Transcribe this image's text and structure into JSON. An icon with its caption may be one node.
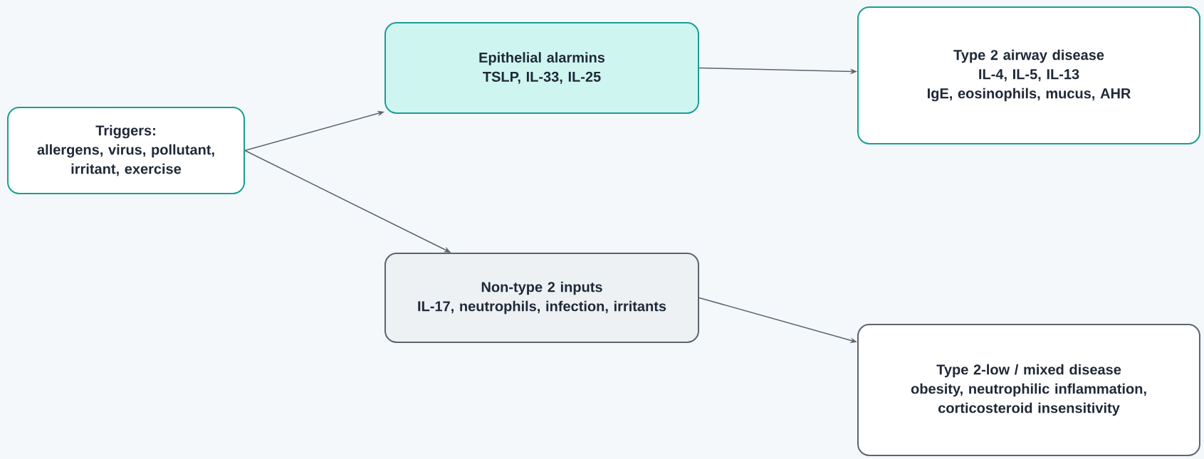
{
  "diagram": {
    "nodes": [
      {
        "text": [
          "Triggers:",
          "allergens, virus, pollutant, irritant, exercise"
        ]
      },
      {
        "text": [
          "Epithelial alarmins",
          "TSLP, IL-33, IL-25"
        ]
      },
      {
        "text": [
          "Type 2 airway disease",
          "IL-4, IL-5, IL-13",
          "IgE, eosinophils, mucus, AHR"
        ]
      },
      {
        "text": [
          "Non-type 2 inputs",
          "IL-17, neutrophils, infection, irritants"
        ]
      },
      {
        "text": [
          "Type 2-low / mixed disease",
          "obesity, neutrophilic inflammation, corticosteroid insensitivity"
        ]
      }
    ],
    "edges": [
      {
        "from": 0,
        "to": 1,
        "arrow": "to"
      },
      {
        "from": 0,
        "to": 3,
        "arrow": "to"
      },
      {
        "from": 1,
        "to": 2,
        "arrow": "to"
      },
      {
        "from": 3,
        "to": 4,
        "arrow": "to"
      }
    ]
  }
}
